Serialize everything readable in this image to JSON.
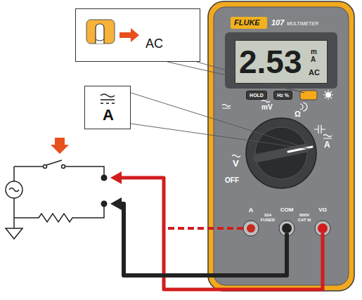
{
  "diagram": {
    "nodes": [
      {
        "text": [
          "AC"
        ]
      },
      {
        "text": [
          "A"
        ]
      },
      {
        "text": [
          "2.53",
          "m",
          "A",
          "AC"
        ]
      },
      {
        "text": [
          "HOLD"
        ]
      },
      {
        "text": [
          "Hz %"
        ]
      }
    ],
    "labels": [
      "FLUKE",
      "107",
      "MULTIMETER",
      "V",
      "mV",
      "Ω",
      "A",
      "OFF",
      "A",
      "COM",
      "10A",
      "FUSED",
      "600V",
      "CAT III",
      "VΩ"
    ]
  }
}
